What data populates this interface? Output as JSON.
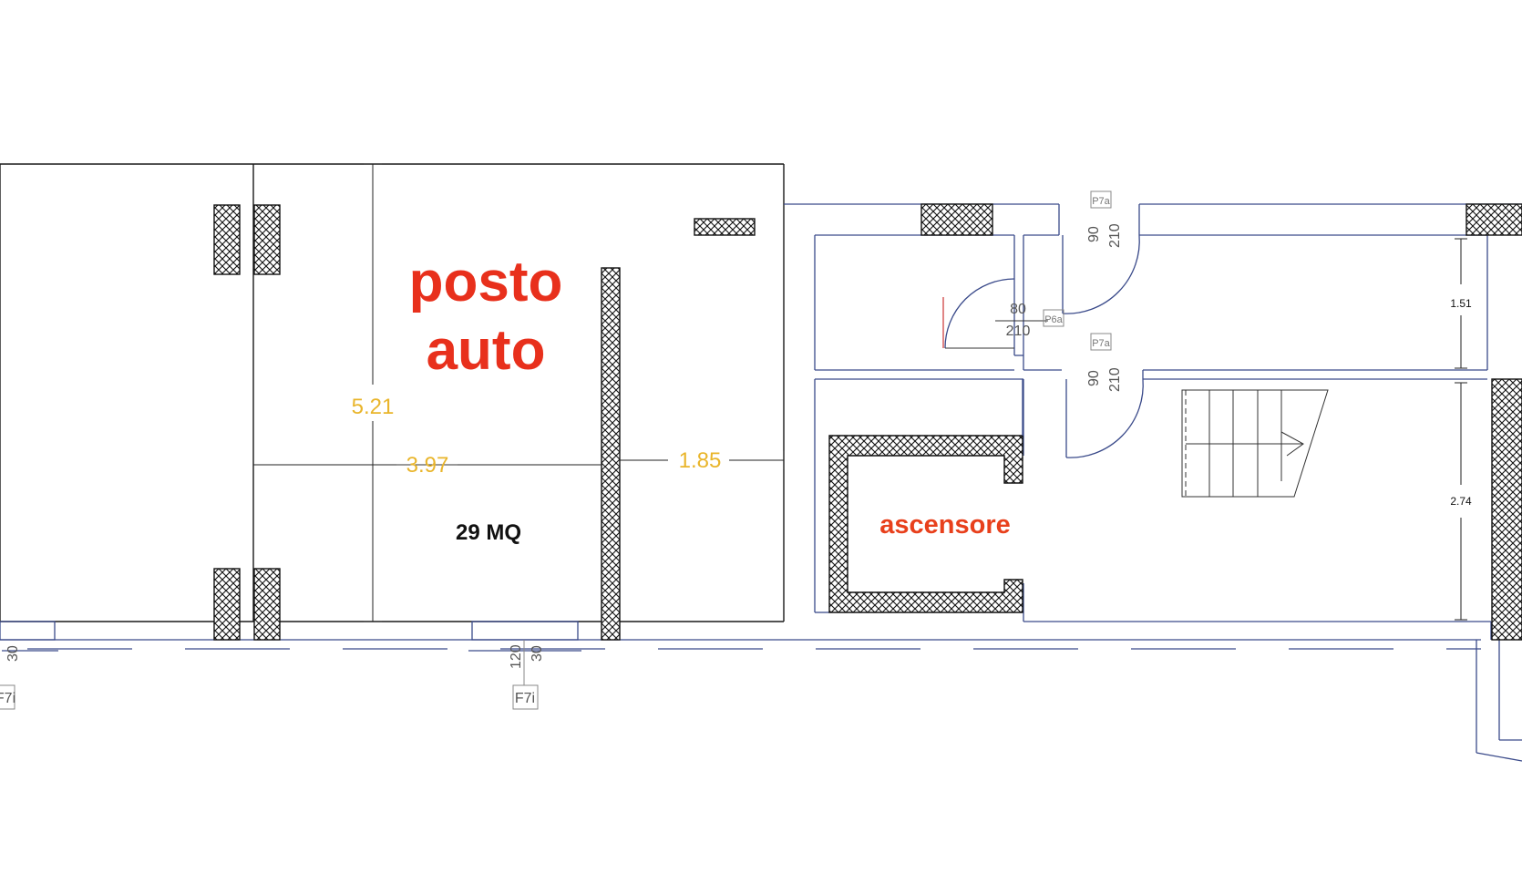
{
  "labels": {
    "room_title_line1": "posto",
    "room_title_line2": "auto",
    "area": "29 MQ",
    "elevator": "ascensore"
  },
  "dimensions": {
    "height_main": "5.21",
    "width_main": "3.97",
    "width_side": "1.85",
    "corridor_height": "1.51",
    "stair_room_height": "2.74"
  },
  "doors": {
    "door_top_w": "90",
    "door_top_h": "210",
    "door_top_tag": "P7a",
    "door_small_w": "80",
    "door_small_h": "210",
    "door_small_tag": "P6a",
    "door_mid_w": "90",
    "door_mid_h": "210",
    "door_mid_tag": "P7a"
  },
  "windows": {
    "window_left_value": "30",
    "window_left_tag": "F7i",
    "window_center_value_a": "120",
    "window_center_value_b": "30",
    "window_center_tag": "F7i"
  },
  "colors": {
    "title_red": "#e8301c",
    "dimension_yellow": "#e9b52b",
    "wall_blue": "#3a4a8a"
  }
}
